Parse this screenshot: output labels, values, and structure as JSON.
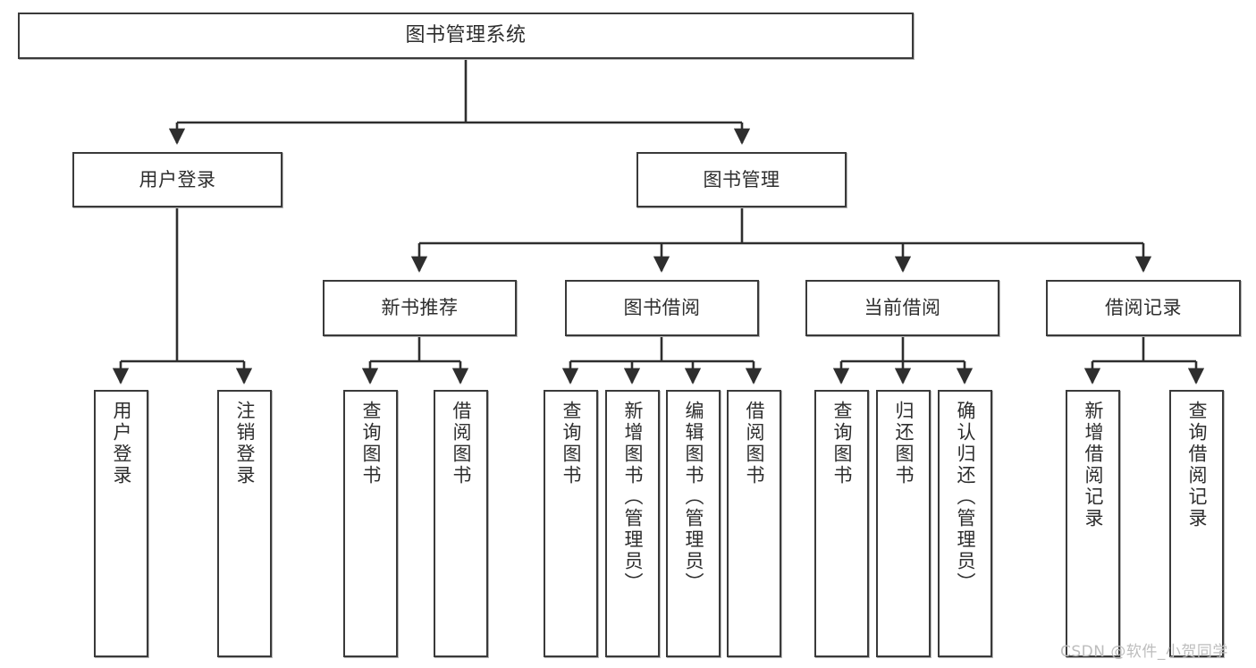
{
  "diagram": {
    "title": "图书管理系统",
    "type": "functional-structure-tree",
    "root": {
      "id": "root",
      "label": "图书管理系统"
    },
    "level2": [
      {
        "id": "user-login",
        "label": "用户登录"
      },
      {
        "id": "book-manage",
        "label": "图书管理"
      }
    ],
    "level3": [
      {
        "id": "new-book-rec",
        "label": "新书推荐"
      },
      {
        "id": "book-borrow",
        "label": "图书借阅"
      },
      {
        "id": "current-borrow",
        "label": "当前借阅"
      },
      {
        "id": "borrow-record",
        "label": "借阅记录"
      }
    ],
    "leaves": {
      "user_login": [
        {
          "id": "leaf-user-login",
          "label": "用户登录"
        },
        {
          "id": "leaf-logout",
          "label": "注销登录"
        }
      ],
      "new_book_rec": [
        {
          "id": "leaf-query-book-1",
          "label": "查询图书"
        },
        {
          "id": "leaf-borrow-book-1",
          "label": "借阅图书"
        }
      ],
      "book_borrow": [
        {
          "id": "leaf-query-book-2",
          "label": "查询图书"
        },
        {
          "id": "leaf-add-book",
          "label": "新增图书（管理员）"
        },
        {
          "id": "leaf-edit-book",
          "label": "编辑图书（管理员）"
        },
        {
          "id": "leaf-borrow-book-2",
          "label": "借阅图书"
        }
      ],
      "current_borrow": [
        {
          "id": "leaf-query-book-3",
          "label": "查询图书"
        },
        {
          "id": "leaf-return-book",
          "label": "归还图书"
        },
        {
          "id": "leaf-confirm-return",
          "label": "确认归还（管理员）"
        }
      ],
      "borrow_record": [
        {
          "id": "leaf-add-record",
          "label": "新增借阅记录"
        },
        {
          "id": "leaf-query-record",
          "label": "查询借阅记录"
        }
      ]
    }
  },
  "watermark": {
    "text": "CSDN @软件_小贺同学"
  },
  "colors": {
    "box_border": "#3a3a3a",
    "box_fill": "#ffffff",
    "wire": "#2e2e2e",
    "text": "#2e2e2e",
    "watermark": "#bdbdbd",
    "page_background": "#ffffff"
  }
}
